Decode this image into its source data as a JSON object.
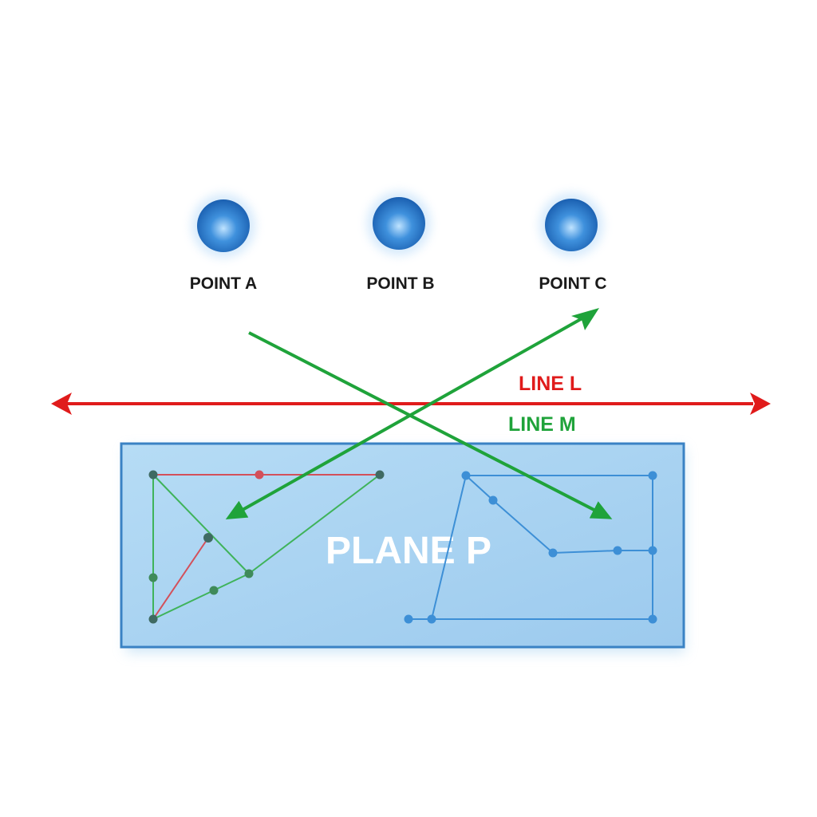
{
  "points": [
    {
      "label": "POINT A"
    },
    {
      "label": "POINT B"
    },
    {
      "label": "POINT C"
    }
  ],
  "lines": {
    "l": {
      "label": "LINE L",
      "color": "#e01b1b"
    },
    "m": {
      "label": "LINE M",
      "color": "#1fa33a"
    }
  },
  "plane": {
    "label": "PLANE P",
    "fill": "#a9d3f0",
    "border": "#3a82c4"
  },
  "colors": {
    "point_sphere": "#2f7fd0",
    "figure_green": "#3fb35a",
    "figure_red": "#d3505a",
    "figure_blue": "#3d8fd6",
    "figure_vertex_dark": "#3f6a62"
  }
}
